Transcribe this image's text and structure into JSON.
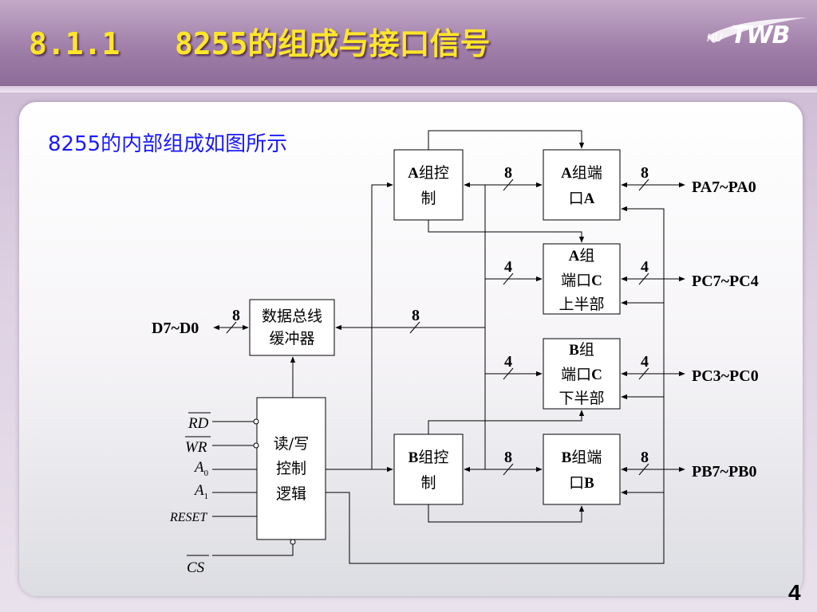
{
  "slide": {
    "title": "8.1.1   8255的组成与接口信号",
    "subtitle": "8255的内部组成如图所示",
    "page_number": "4",
    "logo_text_left": "HU",
    "logo_text_right": "TWB"
  },
  "diagram": {
    "blocks": {
      "data_bus_buffer": [
        "数据总线",
        "缓冲器"
      ],
      "rw_control": [
        "读/写",
        "控制",
        "逻辑"
      ],
      "group_a_control": {
        "letter": "A",
        "line1": "组控",
        "line2": "制"
      },
      "group_b_control": {
        "letter": "B",
        "line1": "组控",
        "line2": "制"
      },
      "port_a": {
        "letter1": "A",
        "line1": "组端",
        "line2": "口",
        "letter2": "A"
      },
      "port_b": {
        "letter1": "B",
        "line1": "组端",
        "line2": "口",
        "letter2": "B"
      },
      "port_c_upper": {
        "letter1": "A",
        "line1": "组",
        "line2": "端口",
        "letter2": "C",
        "line3": "上半部"
      },
      "port_c_lower": {
        "letter1": "B",
        "line1": "组",
        "line2": "端口",
        "letter2": "C",
        "line3": "下半部"
      }
    },
    "bus_widths": {
      "d7_d0": "8",
      "internal_bus": "8",
      "a_ctrl_to_port_a": "8",
      "port_a_out": "8",
      "c_upper_in": "4",
      "c_upper_out": "4",
      "c_lower_in": "4",
      "c_lower_out": "4",
      "b_ctrl_to_port_b": "8",
      "port_b_out": "8"
    },
    "external_lines": {
      "data": "D7~D0",
      "pa": "PA7~PA0",
      "pc_upper": "PC7~PC4",
      "pc_lower": "PC3~PC0",
      "pb": "PB7~PB0"
    },
    "control_signals": {
      "rd": "RD",
      "wr": "WR",
      "a0": "A",
      "a0_sub": "0",
      "a1": "A",
      "a1_sub": "1",
      "reset": "RESET",
      "cs": "CS"
    }
  }
}
